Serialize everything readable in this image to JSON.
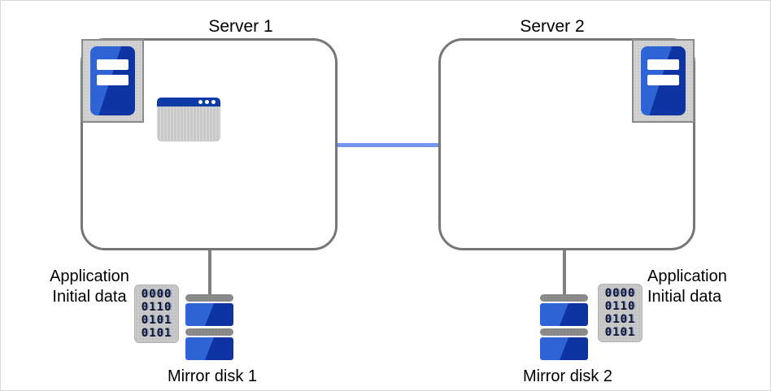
{
  "diagram": {
    "servers": [
      {
        "title": "Server 1"
      },
      {
        "title": "Server 2"
      }
    ],
    "application": {
      "label": "Application"
    },
    "disks": [
      {
        "label": "Mirror disk 1"
      },
      {
        "label": "Mirror disk 2"
      }
    ],
    "initial_data": {
      "left": {
        "line1": "Application",
        "line2": "Initial data"
      },
      "right": {
        "line1": "Application",
        "line2": "Initial data"
      }
    },
    "binary": {
      "left": {
        "rows": [
          "0000",
          "0110",
          "0101",
          "0101"
        ]
      },
      "right": {
        "rows": [
          "0000",
          "0110",
          "0101",
          "0101"
        ]
      }
    },
    "colors": {
      "box_border": "#767676",
      "network_link_blue": "#7296ee",
      "connector_gray": "#808080",
      "icon_background_gray": "#d2d2d2",
      "tower_blue_light": "#2f64d6",
      "tower_blue_dark": "#0d34a2",
      "app_titlebar_blue": "#0c3aa6",
      "app_body_gray": "#c8c8c8",
      "disk_cap_gray": "#8c8c8c",
      "binary_background": "#c9c9c9"
    }
  }
}
